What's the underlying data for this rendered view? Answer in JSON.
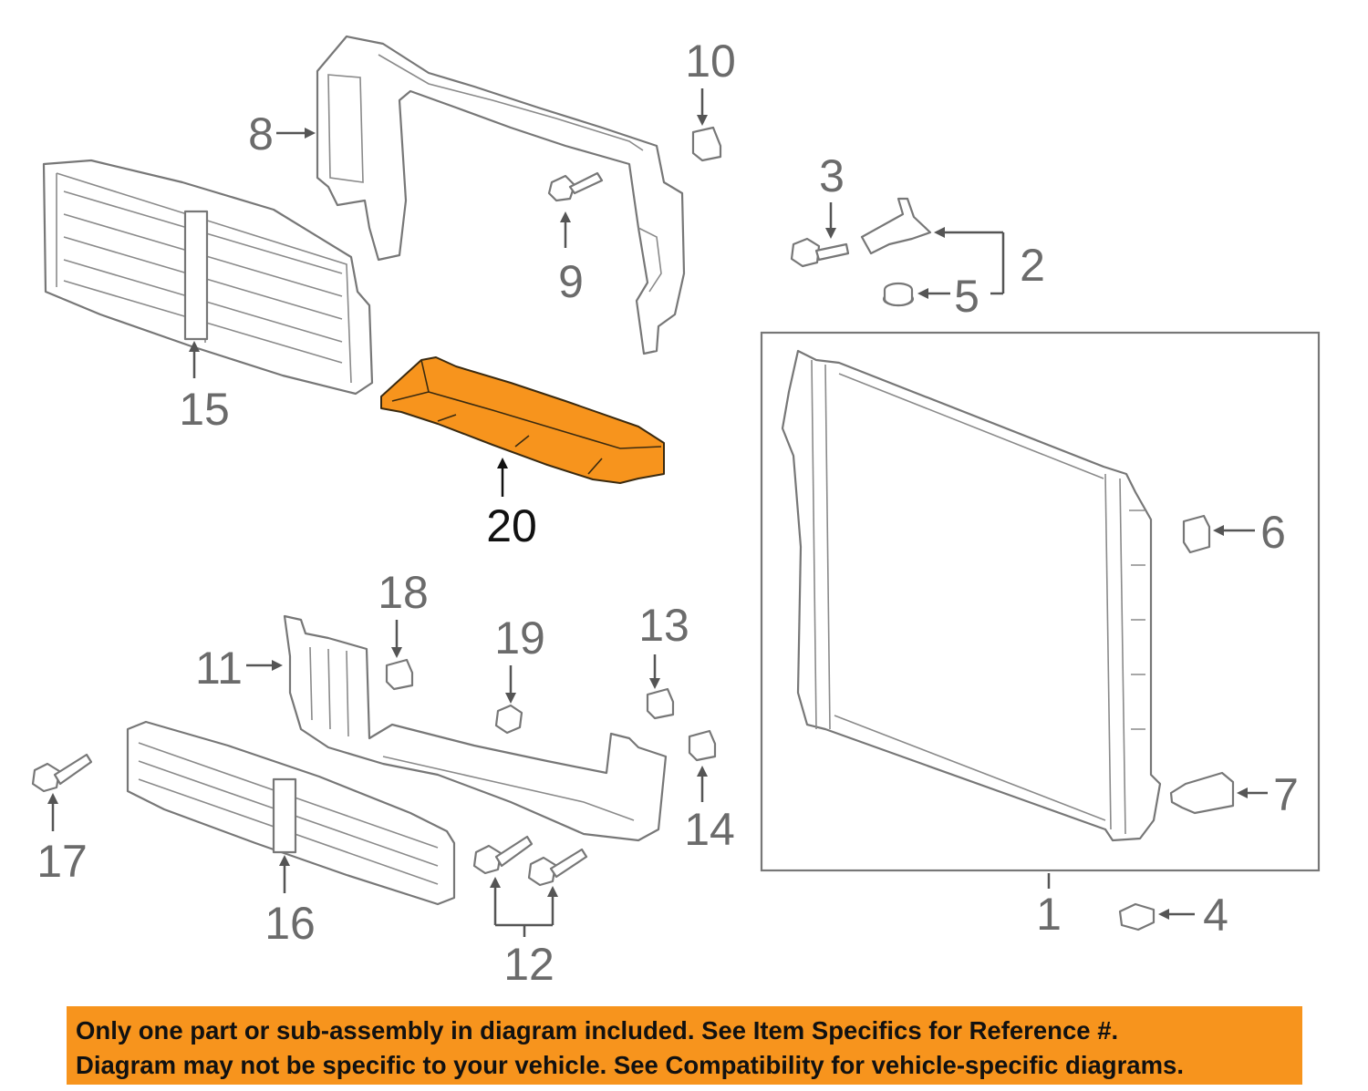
{
  "callouts": [
    {
      "id": "1",
      "label": "1"
    },
    {
      "id": "2",
      "label": "2"
    },
    {
      "id": "3",
      "label": "3"
    },
    {
      "id": "4",
      "label": "4"
    },
    {
      "id": "5",
      "label": "5"
    },
    {
      "id": "6",
      "label": "6"
    },
    {
      "id": "7",
      "label": "7"
    },
    {
      "id": "8",
      "label": "8"
    },
    {
      "id": "9",
      "label": "9"
    },
    {
      "id": "10",
      "label": "10"
    },
    {
      "id": "11",
      "label": "11"
    },
    {
      "id": "12",
      "label": "12"
    },
    {
      "id": "13",
      "label": "13"
    },
    {
      "id": "14",
      "label": "14"
    },
    {
      "id": "15",
      "label": "15"
    },
    {
      "id": "16",
      "label": "16"
    },
    {
      "id": "17",
      "label": "17"
    },
    {
      "id": "18",
      "label": "18"
    },
    {
      "id": "19",
      "label": "19"
    },
    {
      "id": "20",
      "label": "20"
    }
  ],
  "highlighted_part": "20",
  "colors": {
    "highlight": "#f7941d",
    "line": "#777777",
    "callout": "#6b6b6b"
  },
  "notice": {
    "line1": "Only one part or sub-assembly in diagram included. See Item Specifics for Reference #.",
    "line2": "Diagram may not be specific to your vehicle. See Compatibility for vehicle-specific diagrams."
  }
}
